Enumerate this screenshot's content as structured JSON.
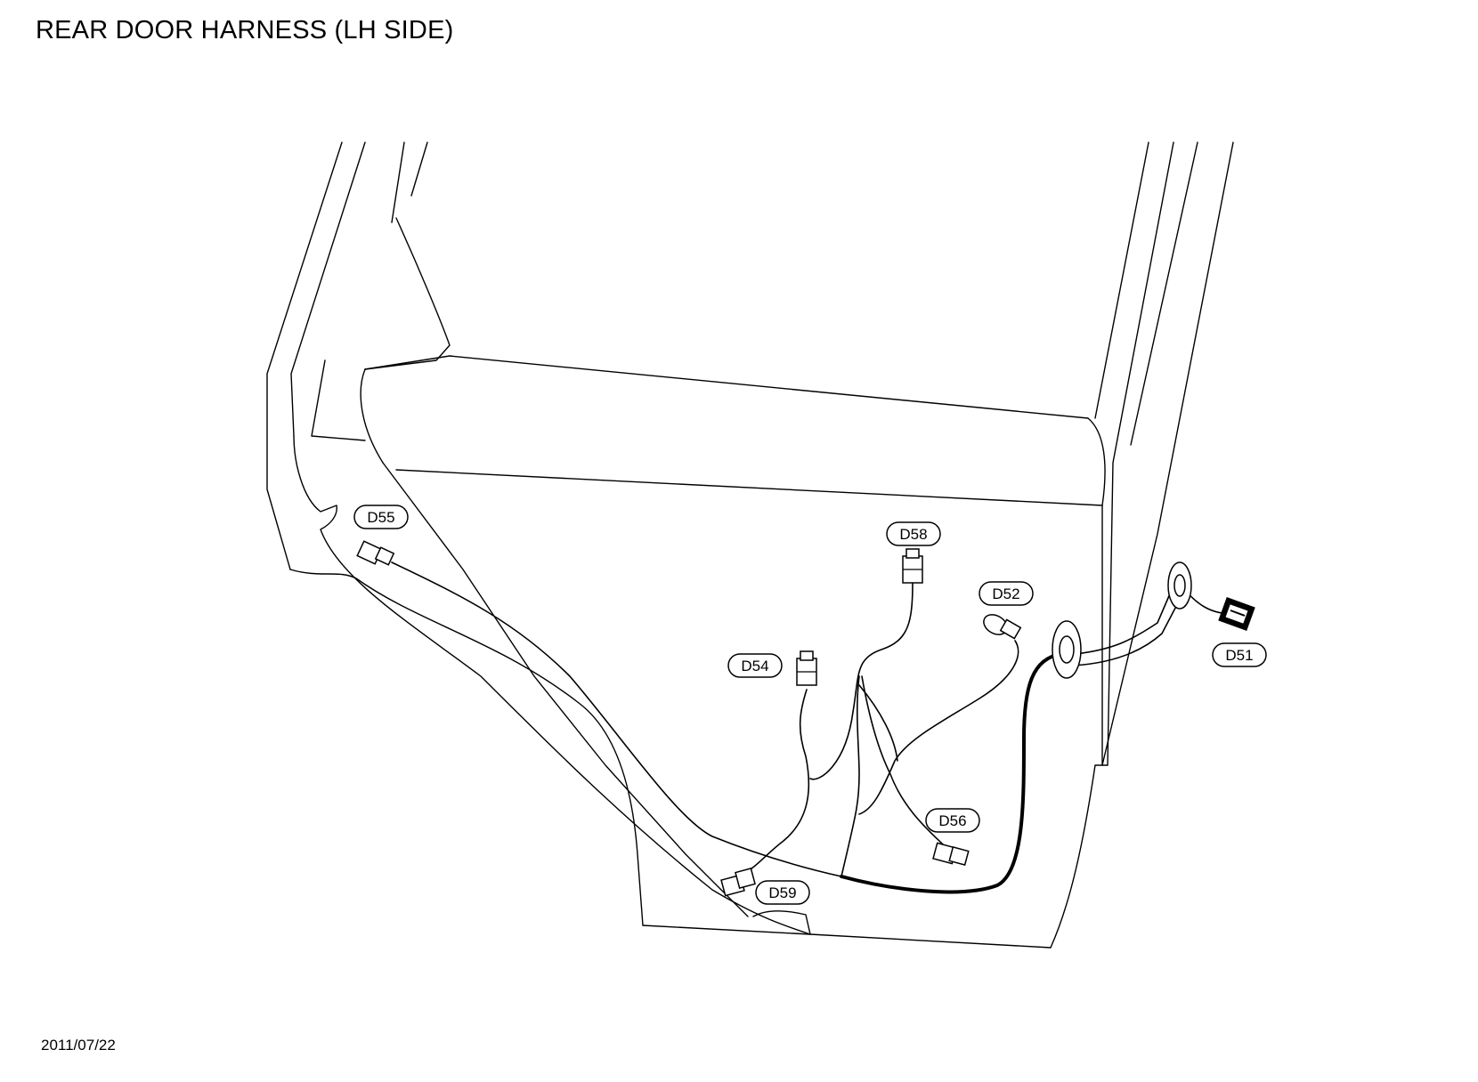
{
  "title": "REAR DOOR HARNESS (LH SIDE)",
  "date": "2011/07/22",
  "connectors": [
    {
      "id": "d55",
      "label": "D55"
    },
    {
      "id": "d58",
      "label": "D58"
    },
    {
      "id": "d52",
      "label": "D52"
    },
    {
      "id": "d54",
      "label": "D54"
    },
    {
      "id": "d51",
      "label": "D51"
    },
    {
      "id": "d56",
      "label": "D56"
    },
    {
      "id": "d59",
      "label": "D59"
    }
  ]
}
